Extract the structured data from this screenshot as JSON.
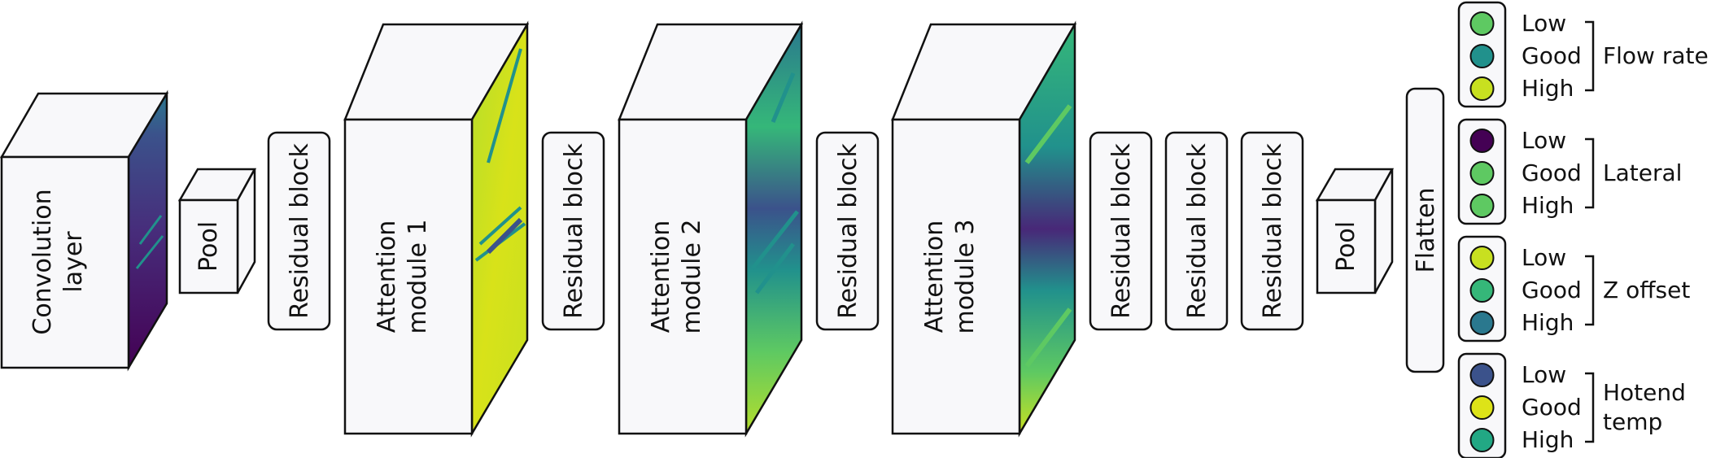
{
  "blocks": {
    "conv_line1": "Convolution",
    "conv_line2": "layer",
    "pool1": "Pool",
    "res1": "Residual block",
    "att1_line1": "Attention",
    "att1_line2": "module 1",
    "res2": "Residual block",
    "att2_line1": "Attention",
    "att2_line2": "module 2",
    "res3": "Residual block",
    "att3_line1": "Attention",
    "att3_line2": "module 3",
    "res4": "Residual block",
    "res5": "Residual block",
    "res6": "Residual block",
    "pool2": "Pool",
    "flatten": "Flatten"
  },
  "outputs": [
    {
      "name": "Flow rate",
      "name_lines": [
        "Flow rate"
      ],
      "classes": [
        {
          "label": "Low",
          "color": "#5ec962"
        },
        {
          "label": "Good",
          "color": "#21918c"
        },
        {
          "label": "High",
          "color": "#c8e020"
        }
      ]
    },
    {
      "name": "Lateral",
      "name_lines": [
        "Lateral"
      ],
      "classes": [
        {
          "label": "Low",
          "color": "#440154"
        },
        {
          "label": "Good",
          "color": "#5ec962"
        },
        {
          "label": "High",
          "color": "#5ec962"
        }
      ]
    },
    {
      "name": "Z offset",
      "name_lines": [
        "Z offset"
      ],
      "classes": [
        {
          "label": "Low",
          "color": "#c8e020"
        },
        {
          "label": "Good",
          "color": "#35b779"
        },
        {
          "label": "High",
          "color": "#2a788e"
        }
      ]
    },
    {
      "name": "Hotend temp",
      "name_lines": [
        "Hotend",
        "temp"
      ],
      "classes": [
        {
          "label": "Low",
          "color": "#3b528b"
        },
        {
          "label": "Good",
          "color": "#dde318"
        },
        {
          "label": "High",
          "color": "#22a884"
        }
      ]
    }
  ],
  "colors": {
    "box_face": "#f8f8fa",
    "stroke": "#111111",
    "viridis_dark": "#440154",
    "viridis_teal": "#21918c",
    "viridis_green": "#5ec962",
    "viridis_yellow": "#dde318"
  }
}
